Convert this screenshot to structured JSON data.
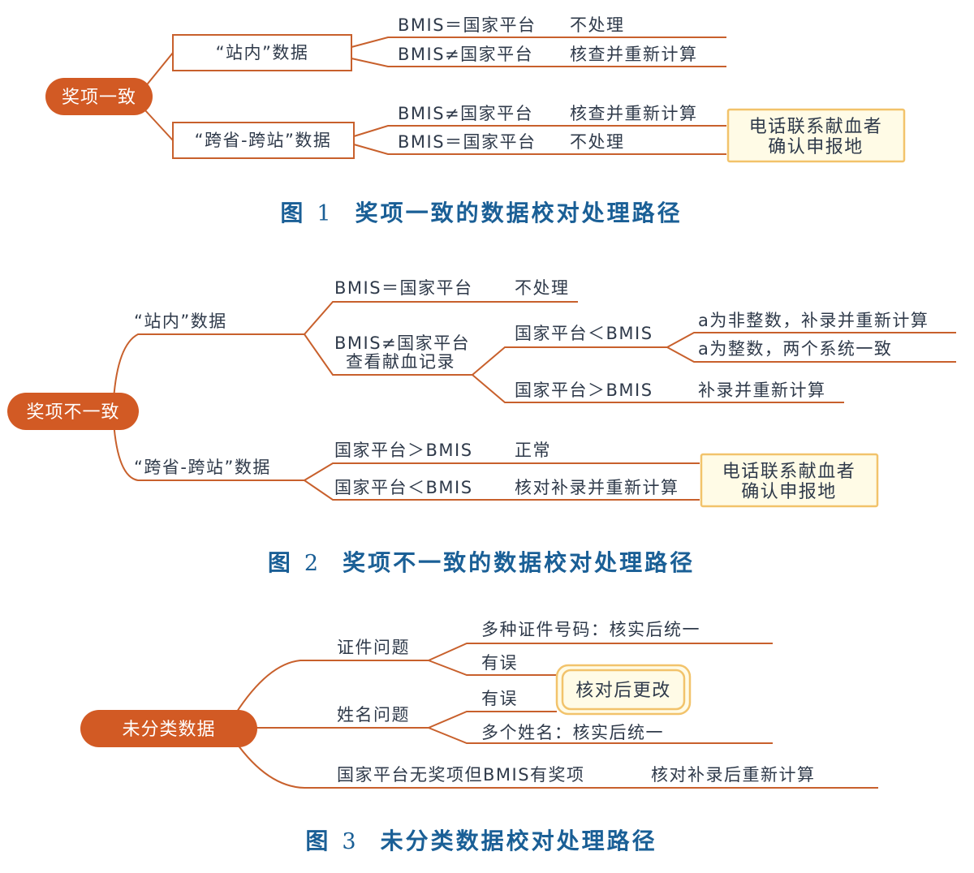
{
  "figure1": {
    "root": "奖项一致",
    "branch_station": "“站内”数据",
    "branch_cross": "“跨省-跨站”数据",
    "s_eq_cond": "BMIS＝国家平台",
    "s_eq_action": "不处理",
    "s_neq_cond": "BMIS≠国家平台",
    "s_neq_action": "核查并重新计算",
    "c_neq_cond": "BMIS≠国家平台",
    "c_neq_action": "核查并重新计算",
    "c_eq_cond": "BMIS＝国家平台",
    "c_eq_action": "不处理",
    "note_line1": "电话联系献血者",
    "note_line2": "确认申报地",
    "caption_label": "图",
    "caption_num": "1",
    "caption_text": "奖项一致的数据校对处理路径"
  },
  "figure2": {
    "root": "奖项不一致",
    "branch_station": "“站内”数据",
    "branch_cross": "“跨省-跨站”数据",
    "eq_cond": "BMIS＝国家平台",
    "eq_action": "不处理",
    "neq_line1": "BMIS≠国家平台",
    "neq_line2": "查看献血记录",
    "lt_cond": "国家平台＜BMIS",
    "lt_action1": "a为非整数，补录并重新计算",
    "lt_action2": "a为整数，两个系统一致",
    "gt_cond": "国家平台＞BMIS",
    "gt_action": "补录并重新计算",
    "c_gt_cond": "国家平台＞BMIS",
    "c_gt_action": "正常",
    "c_lt_cond": "国家平台＜BMIS",
    "c_lt_action": "核对补录并重新计算",
    "note_line1": "电话联系献血者",
    "note_line2": "确认申报地",
    "caption_label": "图",
    "caption_num": "2",
    "caption_text": "奖项不一致的数据校对处理路径"
  },
  "figure3": {
    "root": "未分类数据",
    "branch_id": "证件问题",
    "branch_name": "姓名问题",
    "id_multi": "多种证件号码：核实后统一",
    "id_error": "有误",
    "name_error": "有误",
    "name_multi": "多个姓名：核实后统一",
    "fix_box": "核对后更改",
    "award_cond": "国家平台无奖项但BMIS有奖项",
    "award_action": "核对补录后重新计算",
    "caption_label": "图",
    "caption_num": "3",
    "caption_text": "未分类数据校对处理路径"
  },
  "colors": {
    "line": "#c8602c",
    "root_fill": "#d25a24",
    "note_border": "#f2c36b",
    "note_fill": "#fffbe6",
    "caption": "#1a5f96",
    "text": "#2f3a4a"
  }
}
